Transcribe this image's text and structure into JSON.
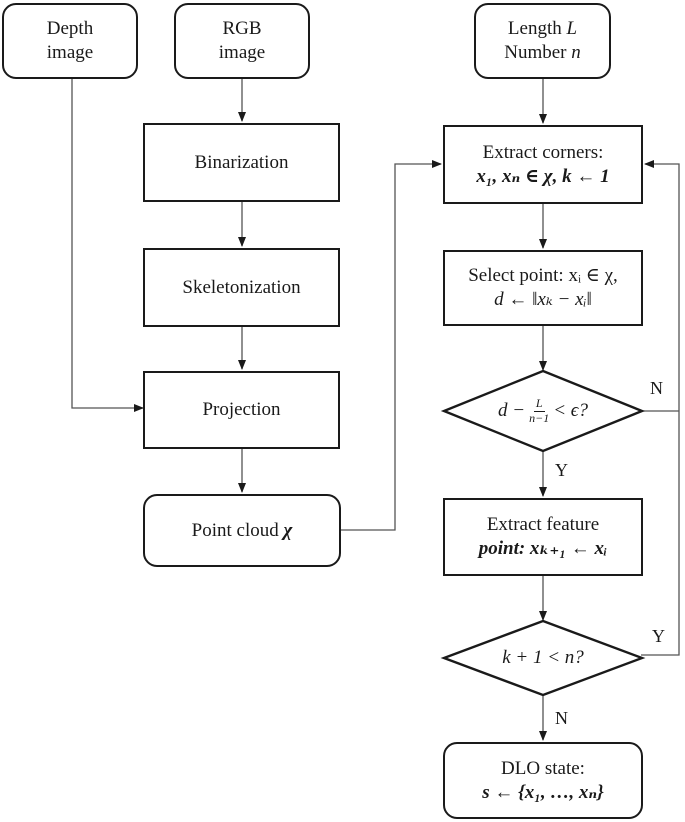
{
  "nodes": {
    "depth": {
      "line1": "Depth",
      "line2": "image"
    },
    "rgb": {
      "line1": "RGB",
      "line2": "image"
    },
    "binarization": "Binarization",
    "skeletonization": "Skeletonization",
    "projection": "Projection",
    "point_cloud": {
      "text": "Point cloud ",
      "symbol": "χ"
    },
    "length": {
      "line1": "Length ",
      "L": "L",
      "line2": "Number ",
      "n": "n"
    },
    "extract_corners": {
      "line1": "Extract corners:",
      "line2": "x₁, xₙ ∈ χ, k ← 1"
    },
    "select_point": {
      "line1": "Select point: xᵢ ∈ χ,",
      "line2": "d ← ‖xₖ − xᵢ‖"
    },
    "decision1": {
      "left": "d −",
      "num": "L",
      "den": "n−1",
      "right": "< ϵ?"
    },
    "extract_feature": {
      "line1": "Extract feature",
      "line2": "point: xₖ₊₁ ← xᵢ"
    },
    "decision2": "k + 1 < n?",
    "dlo_state": {
      "line1": "DLO state:",
      "line2": "s ← {x₁, …, xₙ}"
    }
  },
  "edge_labels": {
    "d1_no": "N",
    "d1_yes": "Y",
    "d2_yes": "Y",
    "d2_no": "N"
  }
}
